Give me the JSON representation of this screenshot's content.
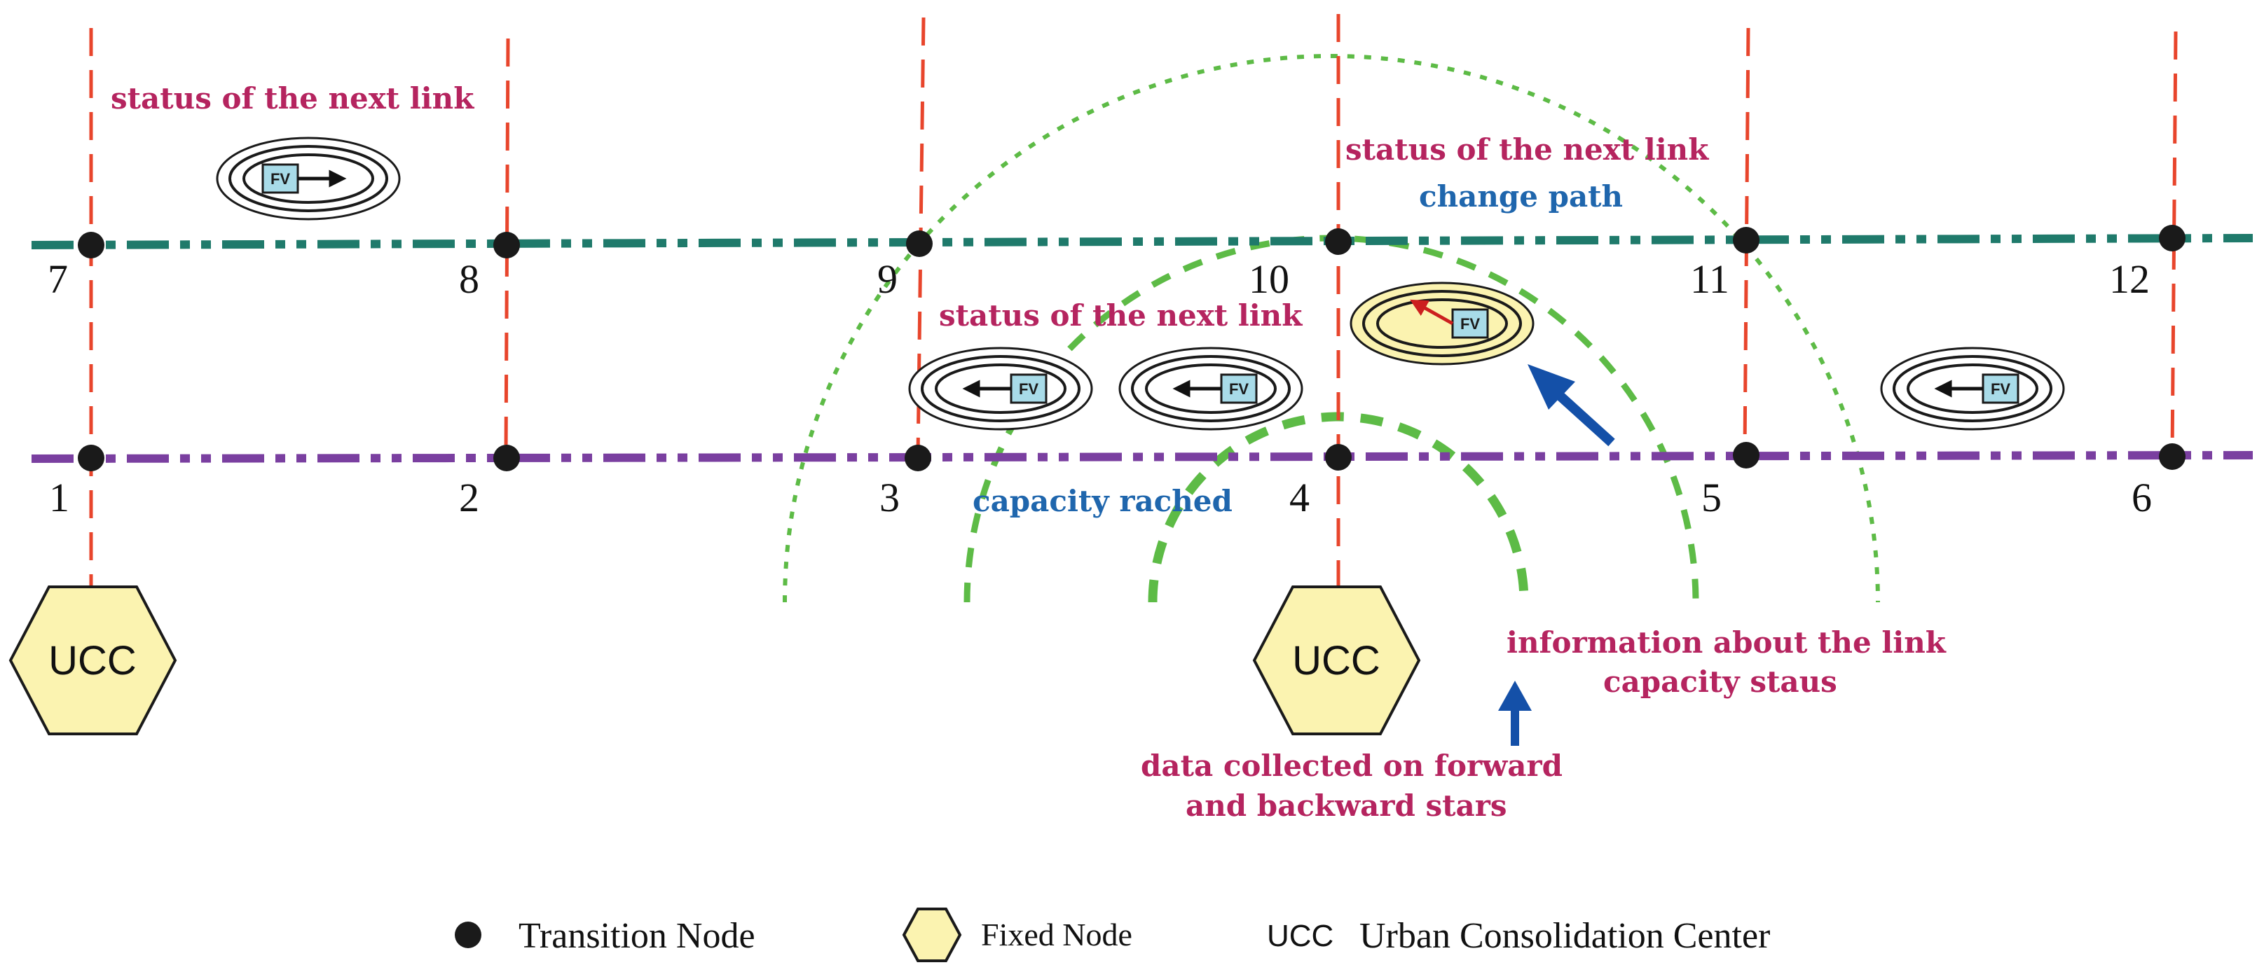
{
  "colors": {
    "top_link": "#1f7a6b",
    "bottom_link": "#7a3fa0",
    "vertical_link": "#e8452c",
    "range_circle": "#5dbb46",
    "label_magenta": "#b5245f",
    "label_blue": "#1f66ad",
    "arrow_blue": "#1450a8",
    "node": "#1a1a1a",
    "ucc_fill": "#fbf3b0",
    "fv_box": "#a8dbe8",
    "highlight_vehicle": "#fbf3b0"
  },
  "nodes_top": [
    "7",
    "8",
    "9",
    "10",
    "11",
    "12"
  ],
  "nodes_bottom": [
    "1",
    "2",
    "3",
    "4",
    "5",
    "6"
  ],
  "ucc_label": "UCC",
  "vehicle_label": "FV",
  "labels": {
    "status_next_link_left": "status of the next link",
    "status_next_link_mid": "status of the next link",
    "status_next_link_right": "status of the next link",
    "change_path": "change path",
    "capacity_reached": "capacity rached",
    "info_link_capacity_line1": "information about the link",
    "info_link_capacity_line2": "capacity staus",
    "data_collected_line1": "data collected on forward",
    "data_collected_line2": "and backward stars"
  },
  "legend": {
    "transition_node": "Transition Node",
    "fixed_node": "Fixed Node",
    "ucc_abbr": "UCC",
    "ucc_full": "Urban Consolidation Center"
  }
}
